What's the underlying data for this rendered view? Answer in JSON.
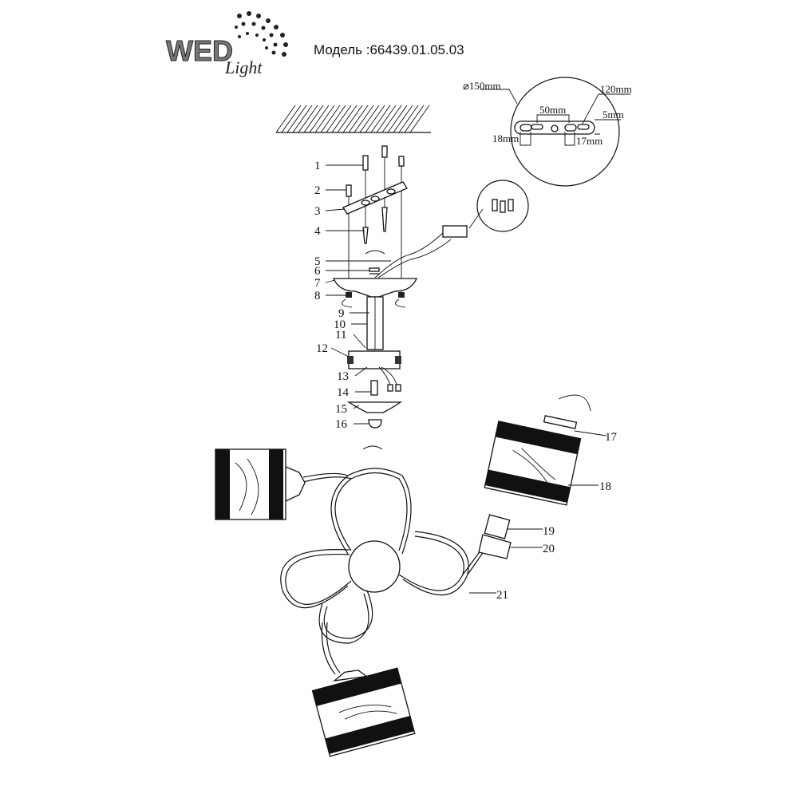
{
  "logo": {
    "brand": "WED",
    "script": "Light"
  },
  "header": {
    "model": "Модель :66439.01.05.03"
  },
  "dimensions": {
    "diameter": "⌀150mm",
    "length": "120mm",
    "hole_spacing": "50mm",
    "thickness": "5mm",
    "left_offset": "18mm",
    "right_offset": "17mm"
  },
  "parts": [
    "1",
    "2",
    "3",
    "4",
    "5",
    "6",
    "7",
    "8",
    "9",
    "10",
    "11",
    "12",
    "13",
    "14",
    "15",
    "16",
    "17",
    "18",
    "19",
    "20",
    "21"
  ]
}
